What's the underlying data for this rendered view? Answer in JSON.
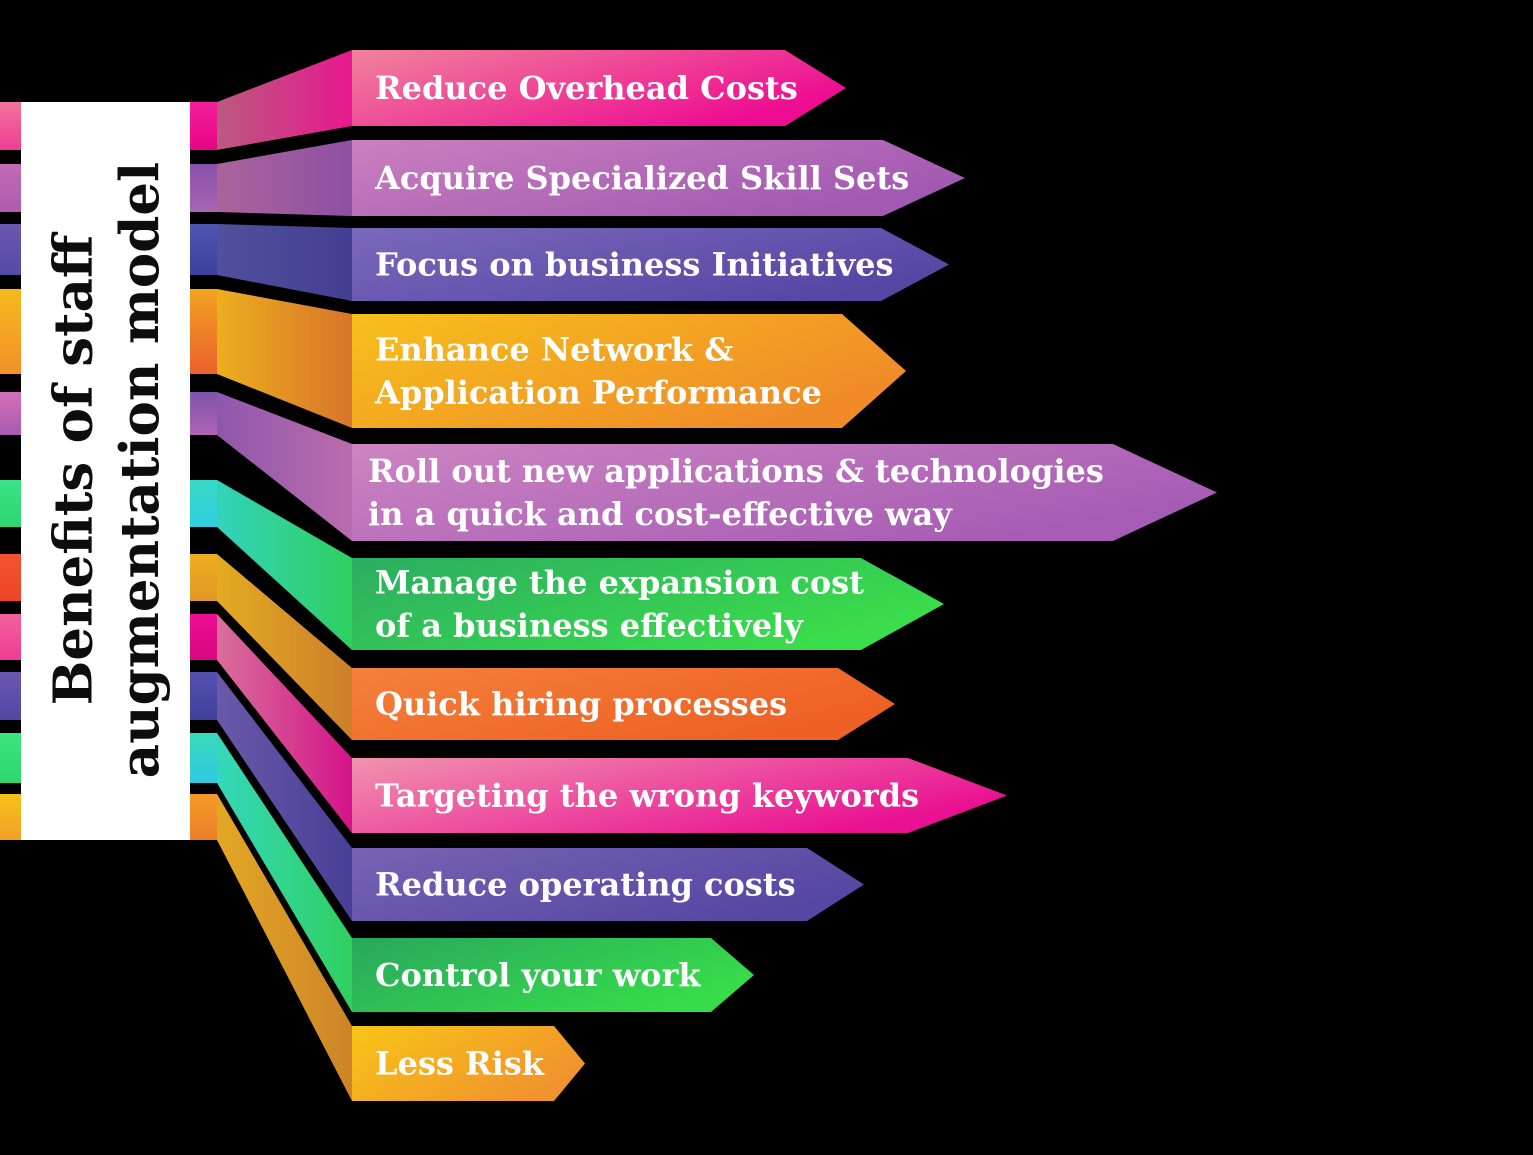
{
  "background_color": "#000000",
  "band": {
    "color": "#ffffff",
    "title_color": "#0d0d0d",
    "title_lines": [
      "Benefits of staff",
      "augmentation model"
    ]
  },
  "label_color": "#ffffff",
  "items": [
    {
      "label": "Reduce Overhead Costs",
      "lines": [
        "Reduce Overhead Costs"
      ],
      "colors": {
        "arrow": [
          "#F0839B",
          "#EE0C92"
        ],
        "ribbon": [
          "#BA5A7E",
          "#E7188F"
        ],
        "stub_left": [
          "#F1749C",
          "#EE3D93"
        ],
        "stub_right": [
          "#F31F9B",
          "#E70584"
        ]
      }
    },
    {
      "label": "Acquire Specialized Skill Sets",
      "lines": [
        "Acquire Specialized Skill Sets"
      ],
      "colors": {
        "arrow": [
          "#CA80BF",
          "#A159B1"
        ],
        "ribbon": [
          "#AA639C",
          "#8E50A2"
        ],
        "stub_left": [
          "#C26BB5",
          "#AC5CAE"
        ],
        "stub_right": [
          "#8A50AA",
          "#A765B3"
        ]
      }
    },
    {
      "label": "Focus on business Initiatives",
      "lines": [
        "Focus on business Initiatives"
      ],
      "colors": {
        "arrow": [
          "#7B68BB",
          "#5747A5"
        ],
        "ribbon": [
          "#50509C",
          "#443E92"
        ],
        "stub_left": [
          "#6C58AF",
          "#544AA6"
        ],
        "stub_right": [
          "#4D55B3",
          "#3E3F9D"
        ]
      }
    },
    {
      "label": "Enhance Network & Application Performance",
      "lines": [
        "Enhance Network &",
        "Application Performance"
      ],
      "colors": {
        "arrow": [
          "#F6C01B",
          "#F08B28"
        ],
        "ribbon": [
          "#ECAE1E",
          "#D8752B"
        ],
        "stub_left": [
          "#F6B91D",
          "#F2902A"
        ],
        "stub_right": [
          "#F2A321",
          "#EA612C"
        ]
      }
    },
    {
      "label": "Roll out new applications & technologies in a quick and cost-effective way",
      "lines": [
        "Roll out new applications & technologies",
        "in a quick and cost-effective way"
      ],
      "colors": {
        "arrow": [
          "#CC84C1",
          "#A65CB4"
        ],
        "ribbon": [
          "#8E57AA",
          "#BB6CAE"
        ],
        "stub_left": [
          "#D36FB8",
          "#A75BB0"
        ],
        "stub_right": [
          "#7E55AC",
          "#B163B4"
        ]
      }
    },
    {
      "label": "Manage the expansion cost of a business effectively",
      "lines": [
        "Manage the expansion cost",
        "of a business effectively"
      ],
      "colors": {
        "arrow": [
          "#2BAD61",
          "#3BDD4B"
        ],
        "ribbon": [
          "#32D3BC",
          "#2FD05F"
        ],
        "stub_left": [
          "#3BE287",
          "#2FD56D"
        ],
        "stub_right": [
          "#38D8C4",
          "#2FCFE2"
        ]
      }
    },
    {
      "label": "Quick hiring processes",
      "lines": [
        "Quick hiring processes"
      ],
      "colors": {
        "arrow": [
          "#F4813A",
          "#EE6024"
        ],
        "ribbon": [
          "#E3AB22",
          "#CC7F2B"
        ],
        "stub_left": [
          "#F1542F",
          "#ED4429"
        ],
        "stub_right": [
          "#EFAD21",
          "#E29824"
        ]
      }
    },
    {
      "label": "Targeting the wrong keywords",
      "lines": [
        "Targeting the wrong keywords"
      ],
      "colors": {
        "arrow": [
          "#F193AE",
          "#EA1092"
        ],
        "ribbon": [
          "#D96F9A",
          "#D31489"
        ],
        "stub_left": [
          "#F1639B",
          "#EE3C94"
        ],
        "stub_right": [
          "#F00D92",
          "#D80781"
        ]
      }
    },
    {
      "label": "Reduce operating costs",
      "lines": [
        "Reduce operating costs"
      ],
      "colors": {
        "arrow": [
          "#7763B2",
          "#5647A3"
        ],
        "ribbon": [
          "#6B58A9",
          "#473F96"
        ],
        "stub_left": [
          "#6B58B0",
          "#5048A4"
        ],
        "stub_right": [
          "#5552AE",
          "#403F9C"
        ]
      }
    },
    {
      "label": "Control your work",
      "lines": [
        "Control your work"
      ],
      "colors": {
        "arrow": [
          "#29A75D",
          "#36DC4A"
        ],
        "ribbon": [
          "#33D8BC",
          "#30D05E"
        ],
        "stub_left": [
          "#3BE380",
          "#2ED86A"
        ],
        "stub_right": [
          "#39D9B9",
          "#2FC9E2"
        ]
      }
    },
    {
      "label": "Less Risk",
      "lines": [
        "Less Risk"
      ],
      "colors": {
        "arrow": [
          "#F8C517",
          "#F0932D"
        ],
        "ribbon": [
          "#E3A724",
          "#CD8429"
        ],
        "stub_left": [
          "#F8C01A",
          "#F2A026"
        ],
        "stub_right": [
          "#F49B27",
          "#ED7E2A"
        ]
      }
    }
  ]
}
